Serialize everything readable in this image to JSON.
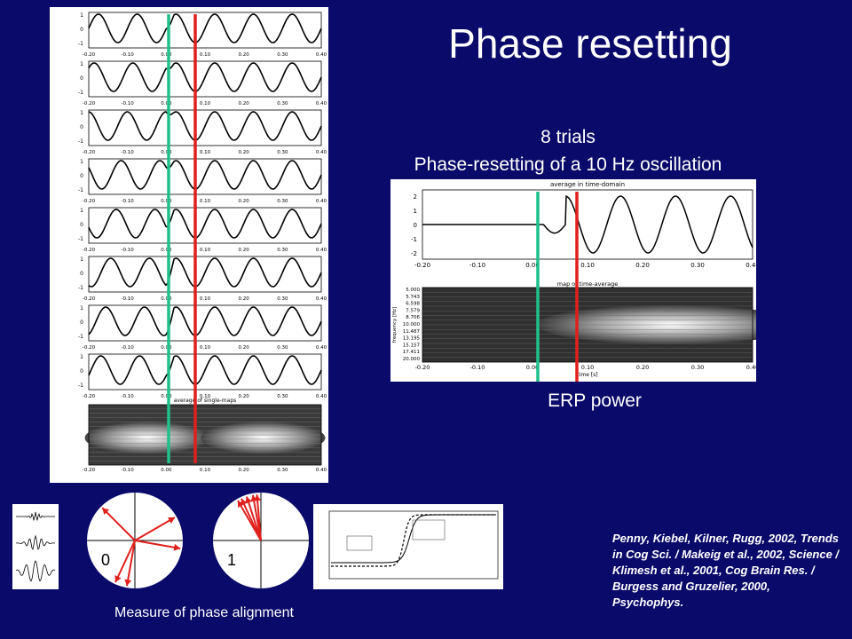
{
  "title": "Phase resetting",
  "subtitle_line1": "8 trials",
  "subtitle_line2": "Phase-resetting of a 10 Hz oscillation",
  "erp_label": "ERP power",
  "phase_caption": "Measure of phase alignment",
  "circle_labels": [
    "0",
    "1"
  ],
  "citation": "Penny, Kiebel, Kilner, Rugg, 2002, Trends in Cog Sci. / Makeig et al., 2002, Science / Klimesh et al., 2001, Cog Brain Res. / Burgess and Gruzelier, 2000, Psychophys.",
  "right_plot": {
    "top_title": "average in time-domain",
    "map_title": "map of time-average",
    "xlabel": "time [s]",
    "ylabel": "frequency [Hz]",
    "x_ticks": [
      "-0.20",
      "-0.10",
      "0.00",
      "0.10",
      "0.20",
      "0.30",
      "0.40"
    ],
    "y_ticks": [
      "2",
      "1",
      "0",
      "-1",
      "-2"
    ],
    "freq_ticks": [
      "5.000",
      "5.743",
      "6.598",
      "7.579",
      "8.706",
      "10.000",
      "11.487",
      "13.195",
      "15.157",
      "17.411",
      "20.000"
    ]
  },
  "left_plot": {
    "map_title": "average of single-maps",
    "x_ticks": [
      "-0.20",
      "-0.10",
      "0.00",
      "0.10",
      "0.20",
      "0.30",
      "0.40"
    ],
    "n_trials": 8
  },
  "colors": {
    "background": "#0a0a6a",
    "green_marker": "#1fc08c",
    "red_marker": "#e0201c",
    "arrow": "#e0201c"
  }
}
